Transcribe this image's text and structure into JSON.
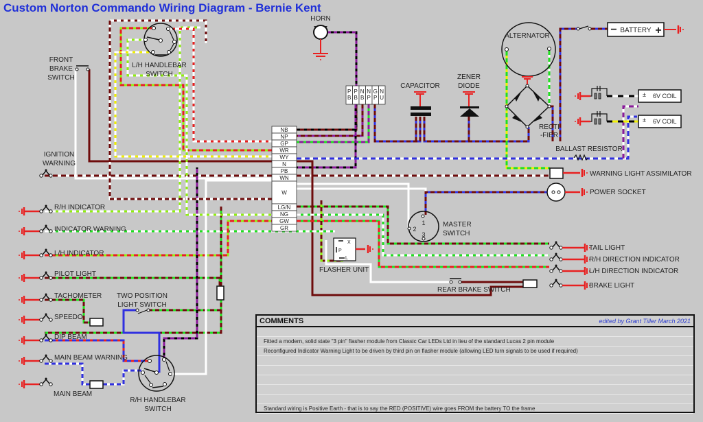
{
  "title": "Custom Norton Commando Wiring Diagram - Bernie Kent",
  "components": {
    "horn": "HORN",
    "capacitor": "CAPACITOR",
    "zener_1": "ZENER",
    "zener_2": "DIODE",
    "alternator": "ALTERNATOR",
    "battery": "BATTERY",
    "battery_minus": "−",
    "battery_plus": "+",
    "rectifier_1": "RECTI",
    "rectifier_2": "-FIER",
    "coil_top": "6V COIL",
    "coil_bottom": "6V COIL",
    "ballast_resistor": "BALLAST RESISTOR",
    "warning_light_assimilator": "WARNING LIGHT ASSIMILATOR",
    "power_socket": "POWER SOCKET",
    "master_switch_1": "MASTER",
    "master_switch_2": "SWITCH",
    "master_pins": [
      "1",
      "2",
      "3"
    ],
    "flasher_unit": "FLASHER UNIT",
    "flasher_pins": [
      "X",
      "P",
      "L"
    ],
    "rear_brake_switch": "REAR BRAKE SWITCH",
    "front_brake_1": "FRONT",
    "front_brake_2": "BRAKE",
    "front_brake_3": "SWITCH",
    "ignition_warning_1": "IGNITION",
    "ignition_warning_2": "WARNING",
    "lh_handlebar_1": "L/H HANDLEBAR",
    "lh_handlebar_2": "SWITCH",
    "rh_handlebar_1": "R/H HANDLEBAR",
    "rh_handlebar_2": "SWITCH",
    "two_position_1": "TWO POSITION",
    "two_position_2": "LIGHT SWITCH"
  },
  "left_lamps": [
    "R/H INDICATOR",
    "INDICATOR WARNING",
    "L/H INDICATOR",
    "PILOT LIGHT",
    "TACHOMETER",
    "SPEEDO",
    "DIP BEAM",
    "MAIN BEAM WARNING",
    "MAIN BEAM"
  ],
  "right_lamps": [
    "TAIL LIGHT",
    "R/H DIRECTION INDICATOR",
    "L/H DIRECTION INDICATOR",
    "BRAKE LIGHT"
  ],
  "terminal_block": [
    "NB",
    "NP",
    "GP",
    "WR",
    "WY",
    "N",
    "PB",
    "WN",
    "W",
    "LG/N",
    "NG",
    "GW",
    "GR"
  ],
  "top_connector": [
    [
      "P",
      "B"
    ],
    [
      "P",
      "B"
    ],
    [
      "N",
      "B"
    ],
    [
      "N",
      "P"
    ],
    [
      "G",
      "P"
    ],
    [
      "N",
      "U"
    ]
  ],
  "colors": {
    "background": "#c8c8c8",
    "title": "#2030d8",
    "earth_red": "#e82020",
    "brown": "#6e0c0c",
    "purple": "#8a1a9a",
    "green": "#20e020",
    "light_green": "#90f010",
    "yellow": "#f0f000",
    "blue": "#3030e0",
    "white": "#ffffff",
    "black": "#000000"
  },
  "comments": {
    "heading": "COMMENTS",
    "edited_by": "edited by Grant Tiller  March 2021",
    "lines": [
      "",
      "Fitted a modern, solid state \"3 pin\" flasher module from Classic Car LEDs Ltd in lieu of the standard Lucas 2 pin module",
      "Reconfigured Indicator Warning Light to be driven by third pin on flasher module (allowing LED turn signals to be used if required)",
      "",
      "",
      "",
      "",
      "",
      "Standard wiring is Positive Earth - that is to say the RED (POSITIVE) wire goes FROM the battery TO the frame"
    ]
  }
}
